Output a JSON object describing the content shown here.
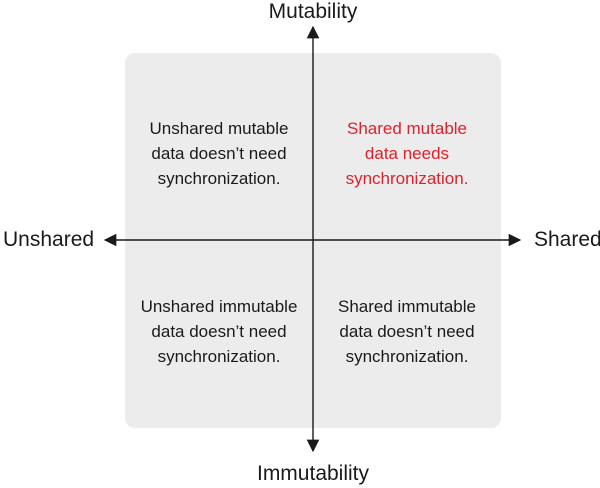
{
  "axes": {
    "top": "Mutability",
    "bottom": "Immutability",
    "left": "Unshared",
    "right": "Shared"
  },
  "quadrants": {
    "top_left": {
      "lines": [
        "Unshared mutable",
        "data doesn’t need",
        "synchronization."
      ],
      "color": "#1a1a1a"
    },
    "top_right": {
      "lines": [
        "Shared mutable",
        "data needs",
        "synchronization."
      ],
      "color": "#e0202a"
    },
    "bottom_left": {
      "lines": [
        "Unshared immutable",
        "data doesn’t need",
        "synchronization."
      ],
      "color": "#1a1a1a"
    },
    "bottom_right": {
      "lines": [
        "Shared immutable",
        "data doesn’t need",
        "synchronization."
      ],
      "color": "#1a1a1a"
    }
  },
  "colors": {
    "box_fill": "#ececec",
    "axis": "#1a1a1a",
    "accent": "#e0202a"
  }
}
